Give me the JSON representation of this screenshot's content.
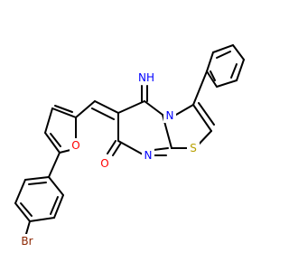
{
  "diagram_type": "chemical-structure",
  "colors": {
    "bond": "#000000",
    "nitrogen": "#0000ff",
    "oxygen": "#ff0000",
    "sulfur": "#b8a000",
    "bromine": "#8b2500"
  },
  "atom_labels": {
    "imine_n": "NH",
    "ring_n1": "N",
    "ring_n2": "N",
    "carbonyl_o": "O",
    "furan_o": "O",
    "thiazole_s": "S",
    "bromine": "Br"
  }
}
